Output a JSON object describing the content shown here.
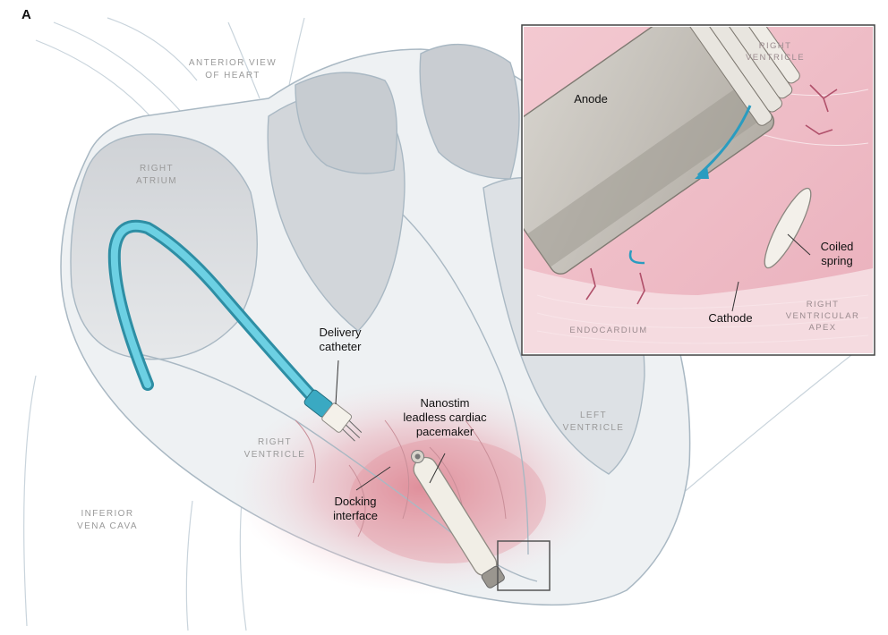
{
  "panel_letter": "A",
  "labels": {
    "anterior_view": "ANTERIOR VIEW\nOF HEART",
    "right_atrium": "RIGHT\nATRIUM",
    "right_ventricle": "RIGHT\nVENTRICLE",
    "left_ventricle": "LEFT\nVENTRICLE",
    "inferior_vena_cava": "INFERIOR\nVENA CAVA"
  },
  "callouts": {
    "delivery_catheter": "Delivery\ncatheter",
    "pacemaker": "Nanostim\nleadless cardiac\npacemaker",
    "docking_interface": "Docking\ninterface"
  },
  "inset": {
    "right_ventricle": "RIGHT\nVENTRICLE",
    "anode": "Anode",
    "coiled_spring": "Coiled\nspring",
    "cathode": "Cathode",
    "endocardium": "ENDOCARDIUM",
    "rv_apex": "RIGHT\nVENTRICULAR\nAPEX"
  },
  "colors": {
    "catheter": "#4bb8cf",
    "tissue": "#e9a0ae",
    "outline": "#a9b8c3"
  }
}
